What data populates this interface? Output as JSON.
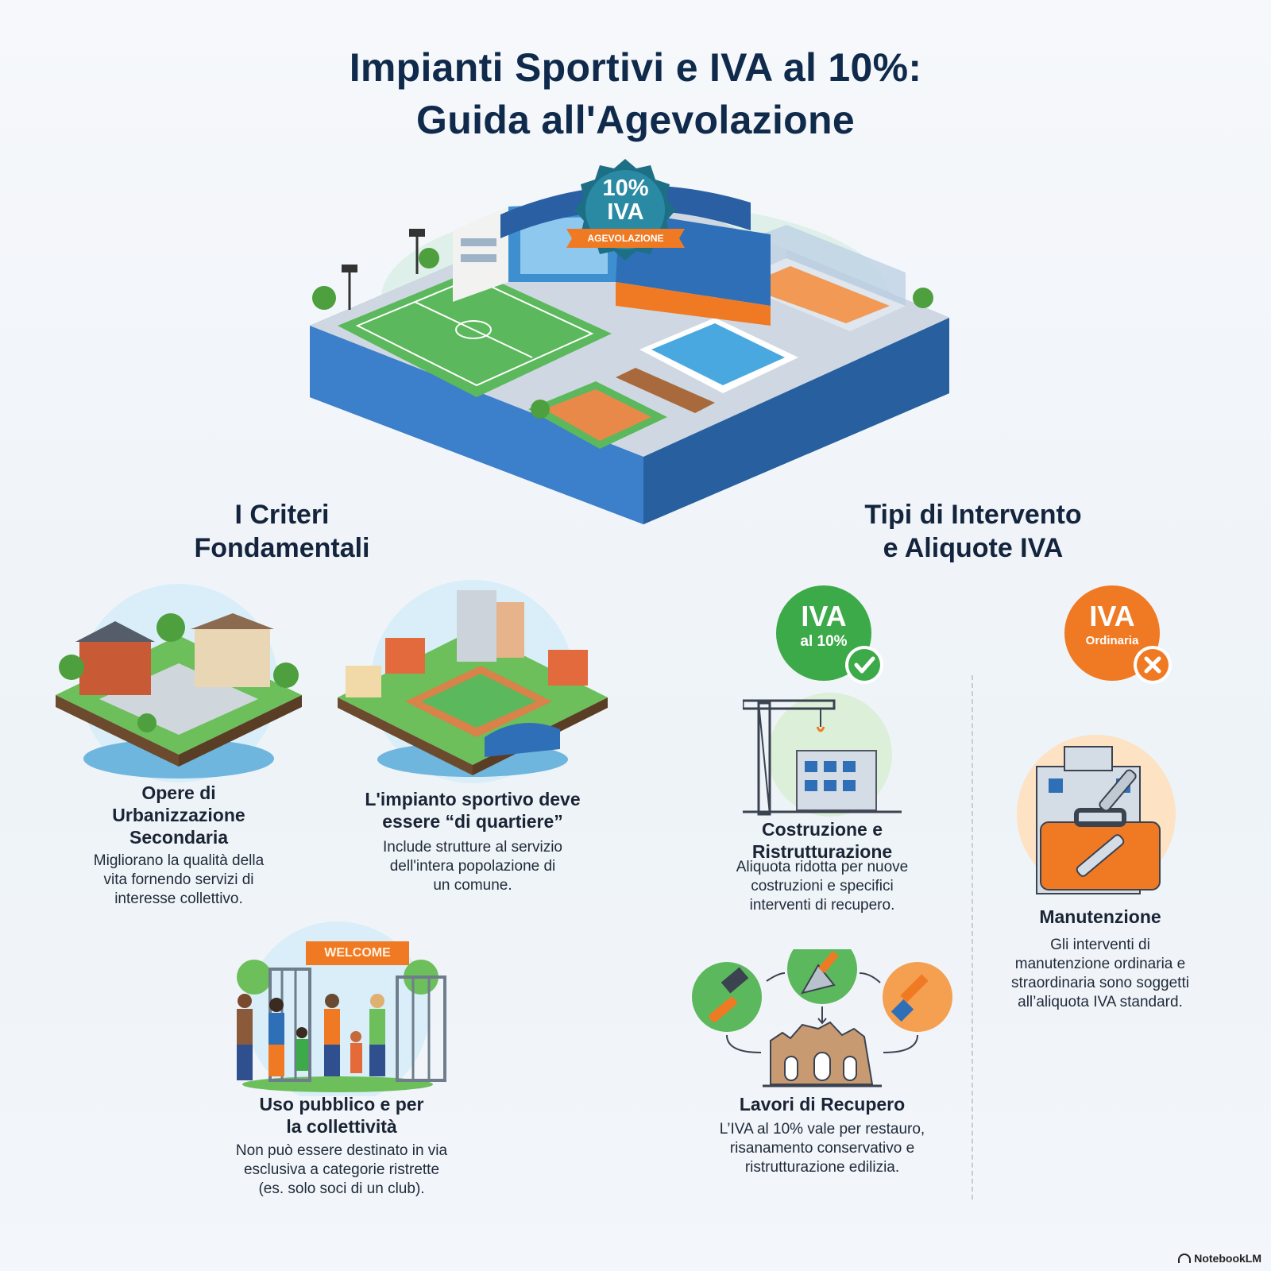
{
  "header": {
    "title_line1": "Impianti Sportivi e IVA al 10%:",
    "title_line2": "Guida all'Agevolazione"
  },
  "hero": {
    "badge_line1": "10%",
    "badge_line2": "IVA",
    "ribbon": "AGEVOLAZIONE"
  },
  "criteria": {
    "title": "I Criteri\nFondamentali",
    "items": [
      {
        "title": "Opere di\nUrbanizzazione\nSecondaria",
        "desc": "Migliorano la qualità della\nvita fornendo servizi di\ninteresse collettivo."
      },
      {
        "title": "L'impianto sportivo deve\nessere “di quartiere”",
        "desc": "Include strutture al servizio\ndell'intera popolazione di\nun comune."
      },
      {
        "title": "Uso pubblico e per\nla collettività",
        "desc": "Non può essere destinato in via\nesclusiva a categorie ristrette\n(es. solo soci di un club).",
        "sign": "WELCOME"
      }
    ]
  },
  "interventions": {
    "title": "Tipi di Intervento\ne Aliquote IVA",
    "reduced_badge": {
      "line1": "IVA",
      "line2": "al 10%"
    },
    "ordinary_badge": {
      "line1": "IVA",
      "line2": "Ordinaria"
    },
    "items": [
      {
        "title": "Costruzione e\nRistrutturazione",
        "desc": "Aliquota ridotta per nuove\ncostruzioni e specifici\ninterventi di recupero."
      },
      {
        "title": "Lavori di Recupero",
        "desc": "L’IVA al 10% vale per restauro,\nrisanamento conservativo e\nristrutturazione edilizia."
      },
      {
        "title": "Manutenzione",
        "desc": "Gli interventi di\nmanutenzione ordinaria e\nstraordinaria sono soggetti\nall’aliquota IVA standard."
      }
    ]
  },
  "colors": {
    "navy": "#102a4c",
    "green": "#3daa4a",
    "orange": "#f07a24",
    "blue": "#2f6fb8",
    "grass": "#5cb85c"
  },
  "footer": {
    "brand": "NotebookLM"
  }
}
